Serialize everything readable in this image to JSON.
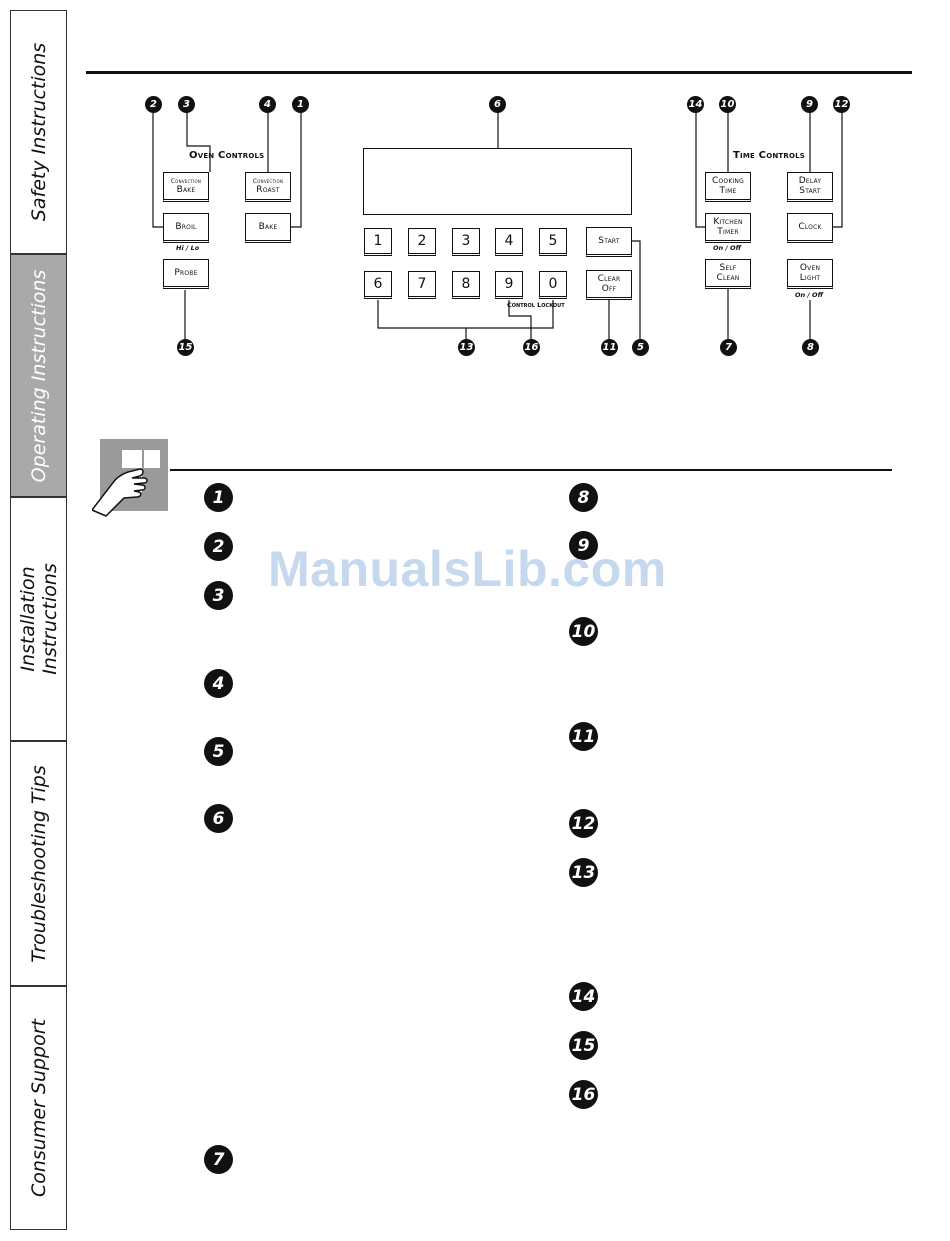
{
  "side_tabs": [
    {
      "label_lines": [
        "Safety Instructions"
      ],
      "active": false
    },
    {
      "label_lines": [
        "Operating Instructions"
      ],
      "active": true
    },
    {
      "label_lines": [
        "Installation",
        "Instructions"
      ],
      "active": false
    },
    {
      "label_lines": [
        "Troubleshooting Tips"
      ],
      "active": false
    },
    {
      "label_lines": [
        "Consumer Support"
      ],
      "active": false
    }
  ],
  "oven_controls": {
    "heading": "Oven Controls",
    "convection_bake": {
      "small": "Convection",
      "main": "Bake"
    },
    "convection_roast": {
      "small": "Convection",
      "main": "Roast"
    },
    "broil": "Broil",
    "broil_sub": "Hi / Lo",
    "bake": "Bake",
    "probe": "Probe"
  },
  "keypad": {
    "row1": [
      "1",
      "2",
      "3",
      "4",
      "5"
    ],
    "row2": [
      "6",
      "7",
      "8",
      "9",
      "0"
    ],
    "start": "Start",
    "clear_off": [
      "Clear",
      "Off"
    ],
    "control_lockout": "Control Lockout"
  },
  "time_controls": {
    "heading": "Time Controls",
    "cooking_time": [
      "Cooking",
      "Time"
    ],
    "delay_start": [
      "Delay",
      "Start"
    ],
    "kitchen_timer": [
      "Kitchen",
      "Timer"
    ],
    "kitchen_timer_sub": "On / Off",
    "clock": "Clock",
    "self_clean": [
      "Self",
      "Clean"
    ],
    "oven_light": [
      "Oven",
      "Light"
    ],
    "oven_light_sub": "On / Off"
  },
  "callouts_top": [
    "2",
    "3",
    "4",
    "1",
    "6",
    "14",
    "10",
    "9",
    "12"
  ],
  "callouts_bottom": [
    "15",
    "13",
    "16",
    "11",
    "5",
    "7",
    "8"
  ],
  "list_left": [
    "1",
    "2",
    "3",
    "4",
    "5",
    "6",
    "7"
  ],
  "list_right": [
    "8",
    "9",
    "10",
    "11",
    "12",
    "13",
    "14",
    "15",
    "16"
  ],
  "watermark": "ManualsLib.com"
}
